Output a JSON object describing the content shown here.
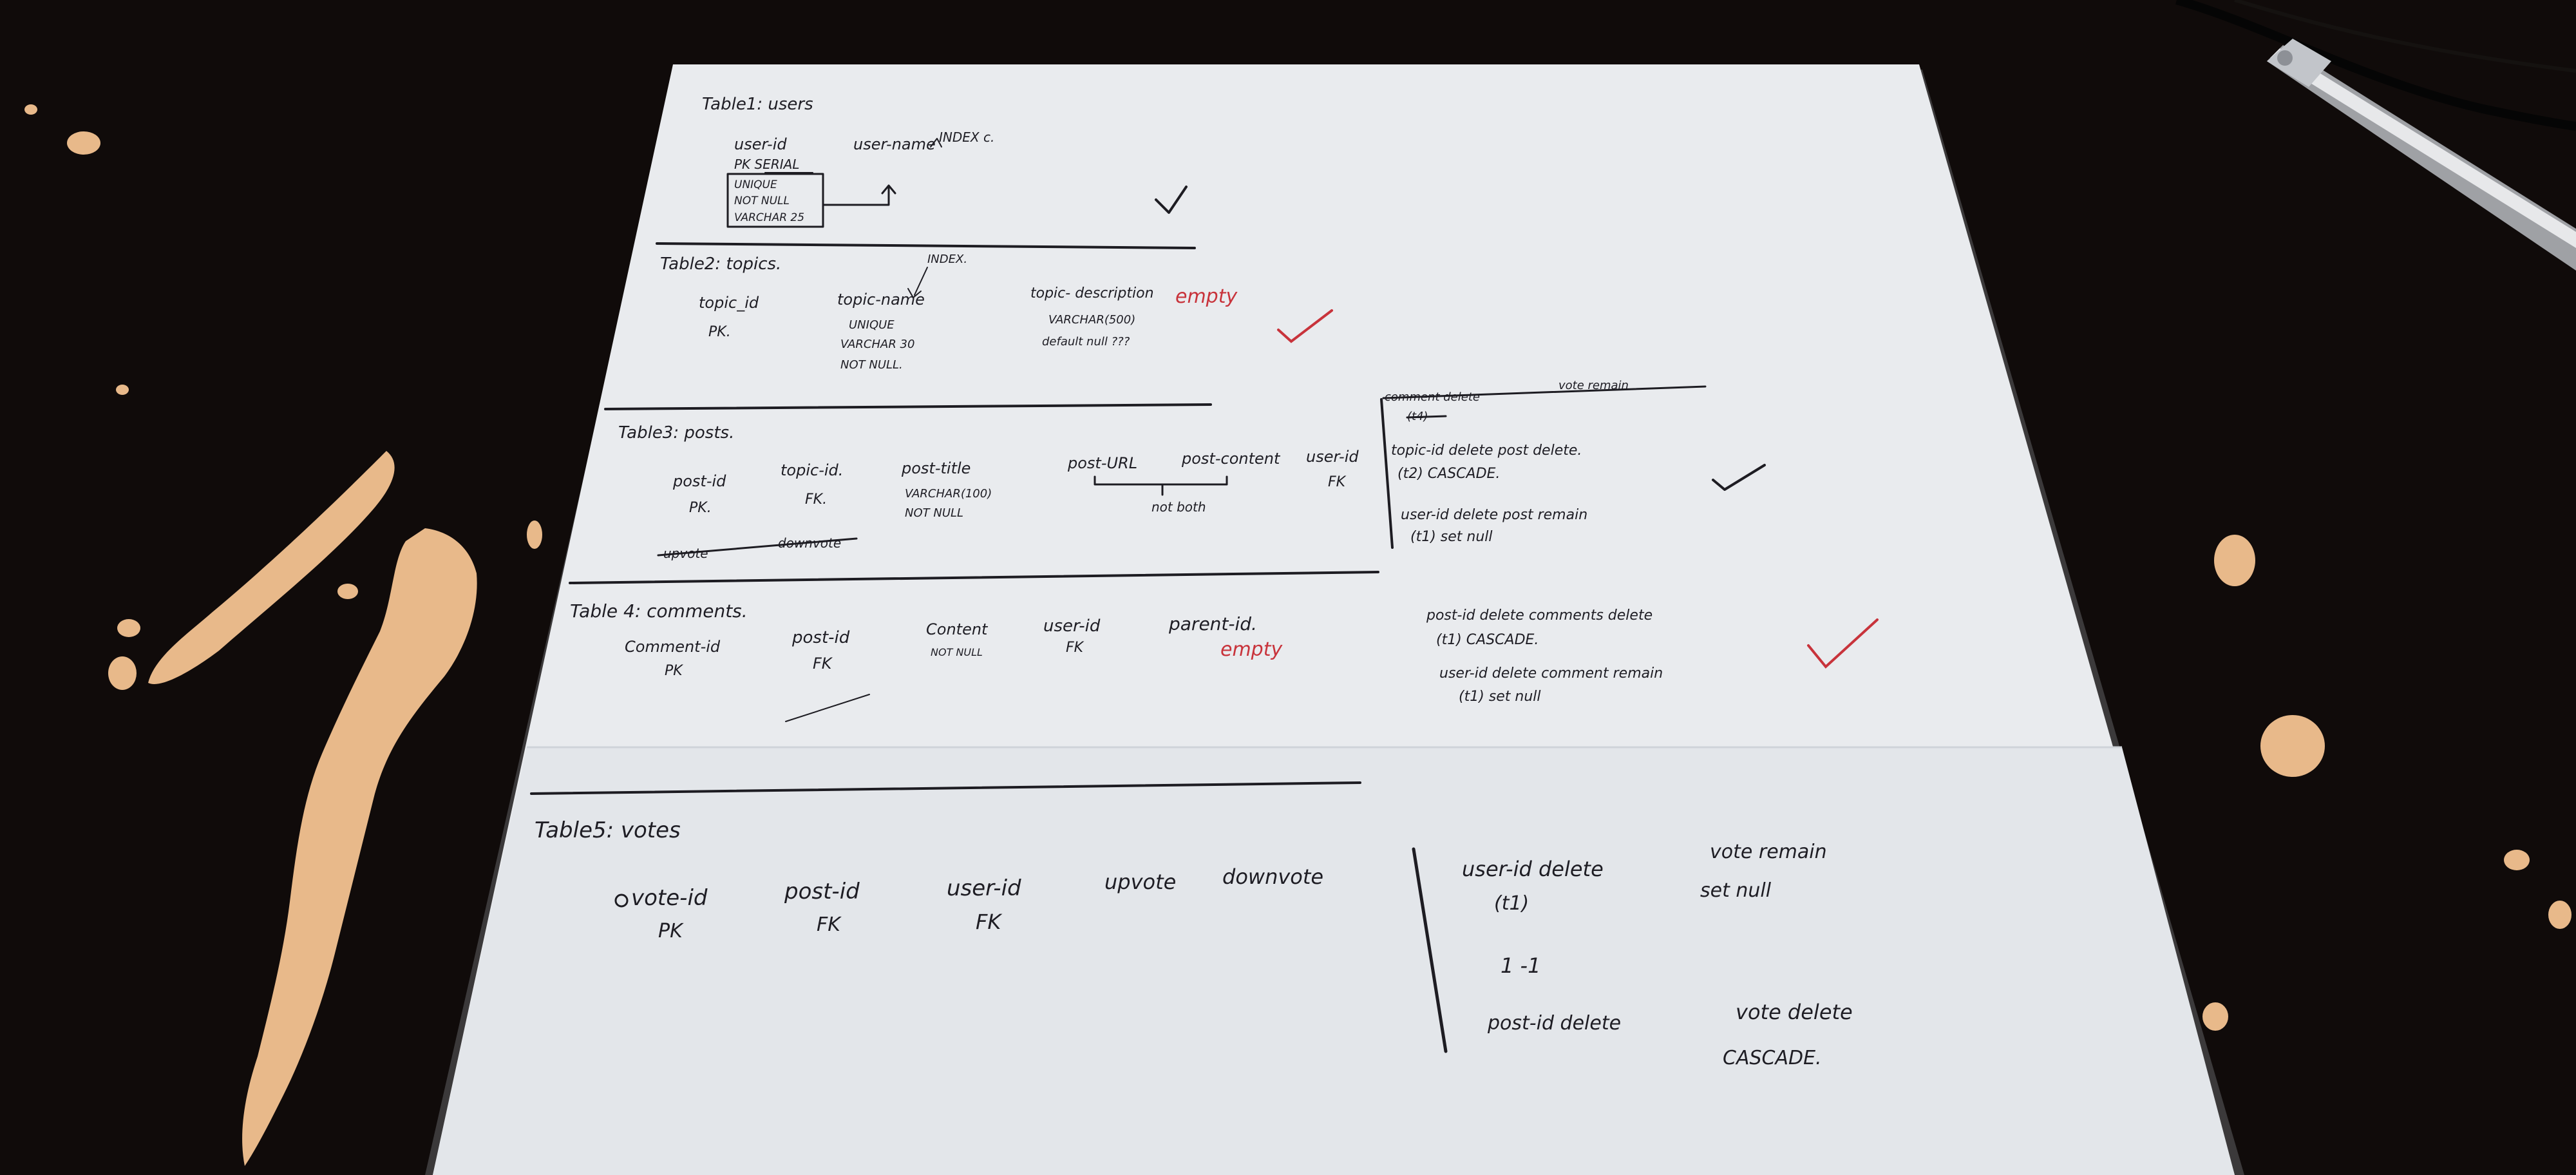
{
  "colors": {
    "desk": "#0c0908",
    "paper": "#e9ebee",
    "paper_shadow": "#c9ccd2",
    "ink": "#1d1c22",
    "red_ink": "#c8333b",
    "paint_splatter": "#e8b98a"
  },
  "notes": {
    "users": {
      "heading": "Table1: users",
      "col_user_id": "user-id",
      "pk_serial": "PK SERIAL",
      "col_user_name": "user-name",
      "index_note": "INDEX c.",
      "box_unique": "UNIQUE",
      "box_not_null": "NOT NULL",
      "box_varchar": "VARCHAR 25"
    },
    "topics": {
      "heading": "Table2: topics.",
      "index_note": "INDEX.",
      "col_topic_id": "topic_id",
      "pk": "PK.",
      "col_topic_name": "topic-name",
      "unique": "UNIQUE",
      "varchar": "VARCHAR 30",
      "not_null": "NOT NULL.",
      "col_description": "topic- description",
      "desc_type": "VARCHAR(500)",
      "desc_default": "default null ???",
      "empty": "empty"
    },
    "posts": {
      "heading": "Table3: posts.",
      "col_post_id": "post-id",
      "pk": "PK.",
      "col_topic_id": "topic-id.",
      "fk": "FK.",
      "col_post_title": "post-title",
      "title_type": "VARCHAR(100)",
      "title_not_null": "NOT NULL",
      "col_post_url": "post-URL",
      "col_post_content": "post-content",
      "not_both": "not both",
      "col_user_id": "user-id",
      "user_fk": "FK",
      "struck_upvote": "upvote",
      "struck_downvote": "downvote",
      "rules": [
        "topic-id delete   post delete.",
        "(t2)   CASCADE.",
        "user-id delete   post remain",
        "(t1)   set null"
      ],
      "struck_rule_left": "comment delete",
      "struck_rule_right": "vote remain",
      "struck_rule_sub": "(t4)"
    },
    "comments": {
      "heading": "Table 4: comments.",
      "col_comment_id": "Comment-id",
      "pk": "PK",
      "col_post_id": "post-id",
      "post_fk": "FK",
      "col_content": "Content",
      "content_not_null": "NOT NULL",
      "col_user_id": "user-id",
      "user_fk": "FK",
      "col_parent_id": "parent-id.",
      "empty": "empty",
      "rules": [
        "post-id delete   comments delete",
        "(t1)   CASCADE.",
        "user-id delete   comment remain",
        "(t1)   set null"
      ]
    },
    "votes": {
      "heading": "Table5: votes",
      "col_vote_id": "vote-id",
      "pk": "PK",
      "col_post_id": "post-id",
      "post_fk": "FK",
      "col_user_id": "user-id",
      "user_fk": "FK",
      "col_upvote": "upvote",
      "col_downvote": "downvote",
      "rules": [
        "user-id delete",
        "(t1)",
        "vote remain",
        "set null",
        "1   -1",
        "post-id delete",
        "vote delete",
        "CASCADE."
      ]
    }
  }
}
